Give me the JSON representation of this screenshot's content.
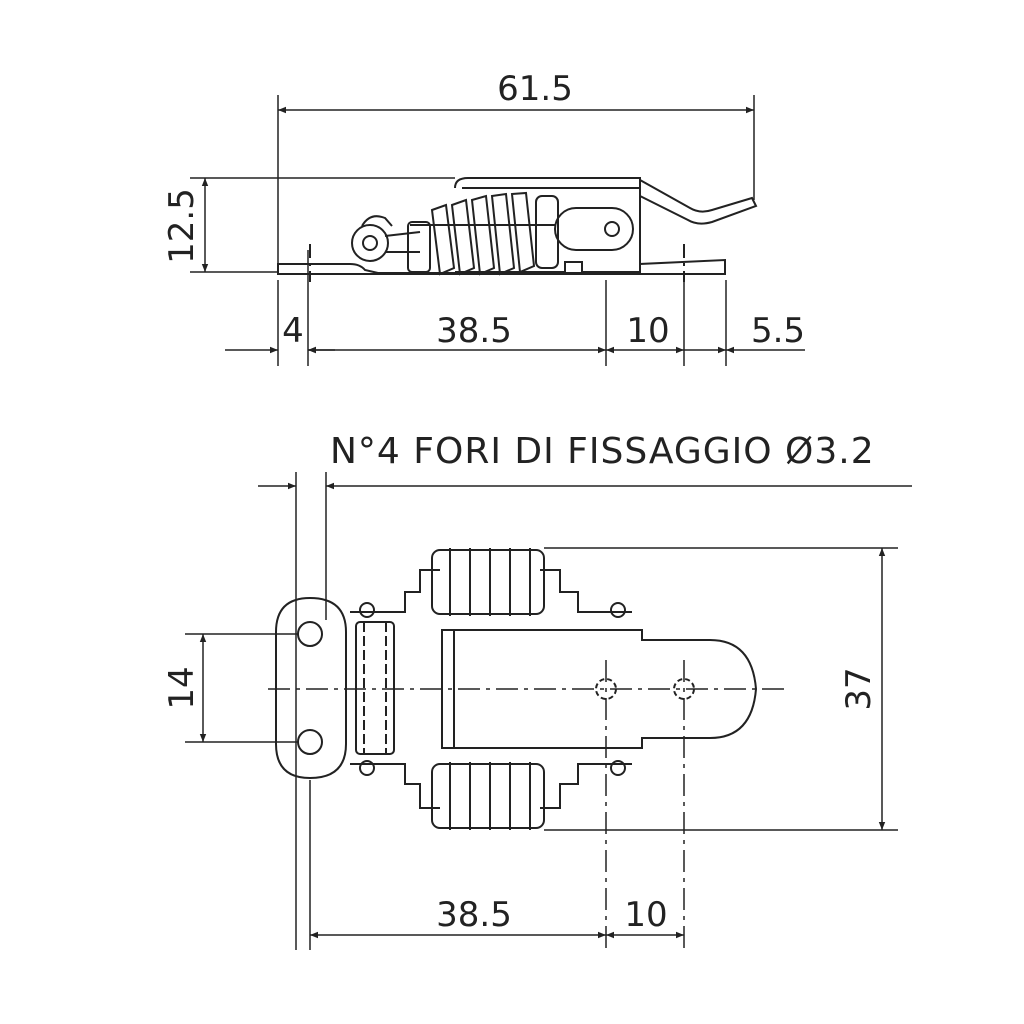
{
  "drawing": {
    "line_color": "#222222",
    "background": "#ffffff"
  },
  "side_view": {
    "overall_length": "61.5",
    "height": "12.5",
    "segment_1": "4",
    "segment_2": "38.5",
    "segment_3": "10",
    "segment_4": "5.5"
  },
  "top_view": {
    "note": "N°4 FORI DI FISSAGGIO Ø3.2",
    "hole_spacing": "14",
    "overall_width": "37",
    "segment_1": "38.5",
    "segment_2": "10"
  }
}
